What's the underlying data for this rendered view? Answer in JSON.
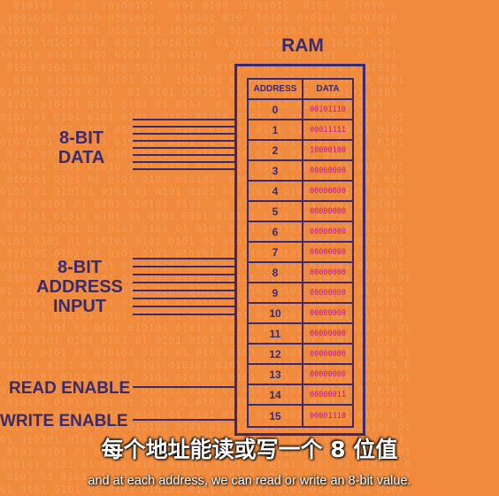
{
  "diagram": {
    "title": "RAM",
    "labels": {
      "data": [
        "8-BIT",
        "DATA"
      ],
      "address": [
        "8-BIT",
        "ADDRESS",
        "INPUT"
      ],
      "read_enable": "READ ENABLE",
      "write_enable": "WRITE ENABLE"
    },
    "table": {
      "headers": {
        "address": "ADDRESS",
        "data": "DATA"
      },
      "rows": [
        {
          "address": "0",
          "data": "00101110"
        },
        {
          "address": "1",
          "data": "00011111"
        },
        {
          "address": "2",
          "data": "10000100"
        },
        {
          "address": "3",
          "data": "00000000"
        },
        {
          "address": "4",
          "data": "00000000"
        },
        {
          "address": "5",
          "data": "00000000"
        },
        {
          "address": "6",
          "data": "00000000"
        },
        {
          "address": "7",
          "data": "00000000"
        },
        {
          "address": "8",
          "data": "00000000"
        },
        {
          "address": "9",
          "data": "00000000"
        },
        {
          "address": "10",
          "data": "00000000"
        },
        {
          "address": "11",
          "data": "00000000"
        },
        {
          "address": "12",
          "data": "00000000"
        },
        {
          "address": "13",
          "data": "00000000"
        },
        {
          "address": "14",
          "data": "00000011"
        },
        {
          "address": "15",
          "data": "00001110"
        }
      ]
    }
  },
  "subtitles": {
    "chinese": "每个地址能读或写一个 8 位值",
    "english": "and at each address, we can read or write an 8-bit value."
  },
  "colors": {
    "background": "#f08a3c",
    "ink": "#3a2a6e",
    "data_bits": "#c0189a"
  }
}
